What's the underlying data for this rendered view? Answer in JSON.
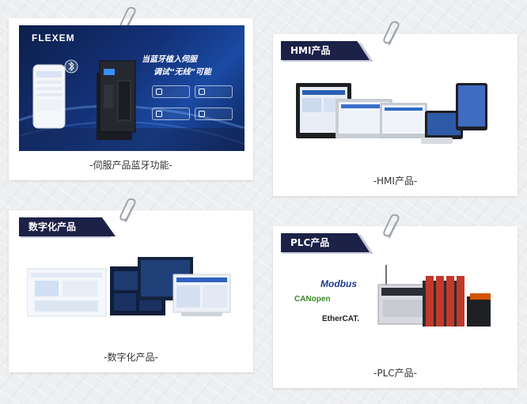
{
  "cards": {
    "servo": {
      "caption": "-伺服产品蓝牙功能-",
      "banner": {
        "logo_text": "FLEXEM",
        "headline_1": "当蓝牙植入伺服",
        "headline_2": "调试“无线”可能",
        "features": [
          "",
          "",
          "",
          ""
        ]
      }
    },
    "hmi": {
      "tag": "HMI产品",
      "caption": "-HMI产品-"
    },
    "digital": {
      "tag": "数字化产品",
      "caption": "-数字化产品-"
    },
    "plc": {
      "tag": "PLC产品",
      "caption": "-PLC产品-",
      "logos": {
        "modbus": "Modbus",
        "canopen": "CANopen",
        "ethercat": "EtherCAT."
      }
    }
  },
  "colors": {
    "tag_bg": "#1b2147",
    "background": "#eeeff1",
    "banner_blue": "#14327a"
  },
  "icons": [
    "paperclip-icon",
    "bluetooth-icon",
    "flexem-logo-icon"
  ]
}
